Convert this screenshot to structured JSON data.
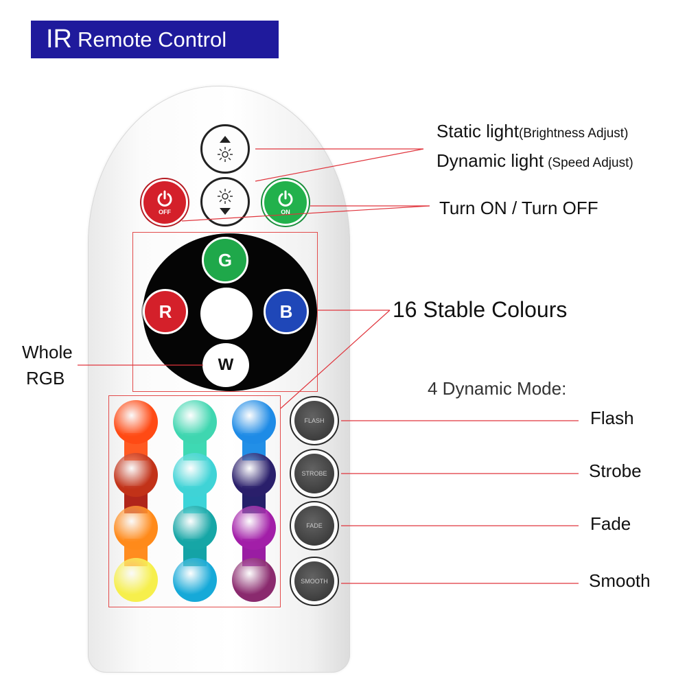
{
  "title": {
    "ir": "IR",
    "rest": "Remote Control"
  },
  "remote": {
    "power_off_label": "OFF",
    "power_on_label": "ON",
    "letters": {
      "g": "G",
      "r": "R",
      "b": "B",
      "w": "W"
    },
    "color_swatches": [
      "#ff4a14",
      "#3fd6b0",
      "#1e8be6",
      "#c23218",
      "#3fd3d6",
      "#2a1f6b",
      "#ff8a1a",
      "#16a6a6",
      "#a21ea8",
      "#f6ef4c",
      "#16a9d8",
      "#8a2a6e"
    ],
    "strip_colors": [
      "#ff5a22",
      "#3ed9b3",
      "#228fe7",
      "#b0251a",
      "#3cd4d8",
      "#25206a",
      "#ff8c1f",
      "#14a3a6",
      "#9a1da3"
    ],
    "mode_buttons": [
      "FLASH",
      "STROBE",
      "FADE",
      "SMOOTH"
    ]
  },
  "callouts": {
    "static_light": "Static light",
    "static_light_note": "(Brightness Adjust)",
    "dynamic_light": "Dynamic light",
    "dynamic_light_note": "(Speed Adjust)",
    "turn_on_off": "Turn ON / Turn OFF",
    "stable_colours": "16 Stable Colours",
    "whole": "Whole",
    "rgb": "RGB",
    "dynamic_mode": "4 Dynamic Mode:",
    "flash": "Flash",
    "strobe": "Strobe",
    "fade": "Fade",
    "smooth": "Smooth"
  },
  "colors": {
    "banner": "#1f1a9c",
    "callout_line": "#e0343c",
    "power_off": "#d4202a",
    "power_on": "#22b14c",
    "g": "#1fa84a",
    "r": "#d4202a",
    "b": "#1f47b8"
  }
}
